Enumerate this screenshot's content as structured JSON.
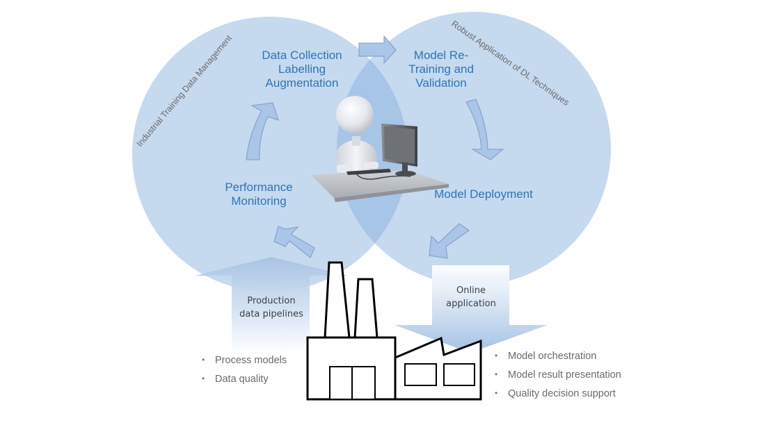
{
  "diagram": {
    "colors": {
      "circle_fill": "#c5d9ef",
      "overlap_fill": "#a7c5e6",
      "step_text": "#2e75b6",
      "arc_text": "#6b6b6b",
      "arrow_fill": "#a9c6e8",
      "factory_stroke": "#000000"
    },
    "left_circle": {
      "arc_label": "Industrial Training Data Management"
    },
    "right_circle": {
      "arc_label": "Robust Application of DL Techniques"
    },
    "steps": {
      "data_collection": [
        "Data Collection",
        "Labelling",
        "Augmentation"
      ],
      "model_retraining": [
        "Model Re-",
        "Training and",
        "Validation"
      ],
      "model_deployment": [
        "Model Deployment"
      ],
      "performance_monitoring": [
        "Performance",
        "Monitoring"
      ]
    },
    "center_figure": {
      "icon": "person-at-computer-icon"
    },
    "pipelines": {
      "production": [
        "Production",
        "data pipelines"
      ],
      "online": [
        "Online",
        "application"
      ]
    },
    "factory": {
      "icon": "factory-icon"
    },
    "left_bullets": [
      "Process models",
      "Data quality"
    ],
    "right_bullets": [
      "Model orchestration",
      "Model result presentation",
      "Quality decision support"
    ],
    "bullet_glyph": "•"
  }
}
